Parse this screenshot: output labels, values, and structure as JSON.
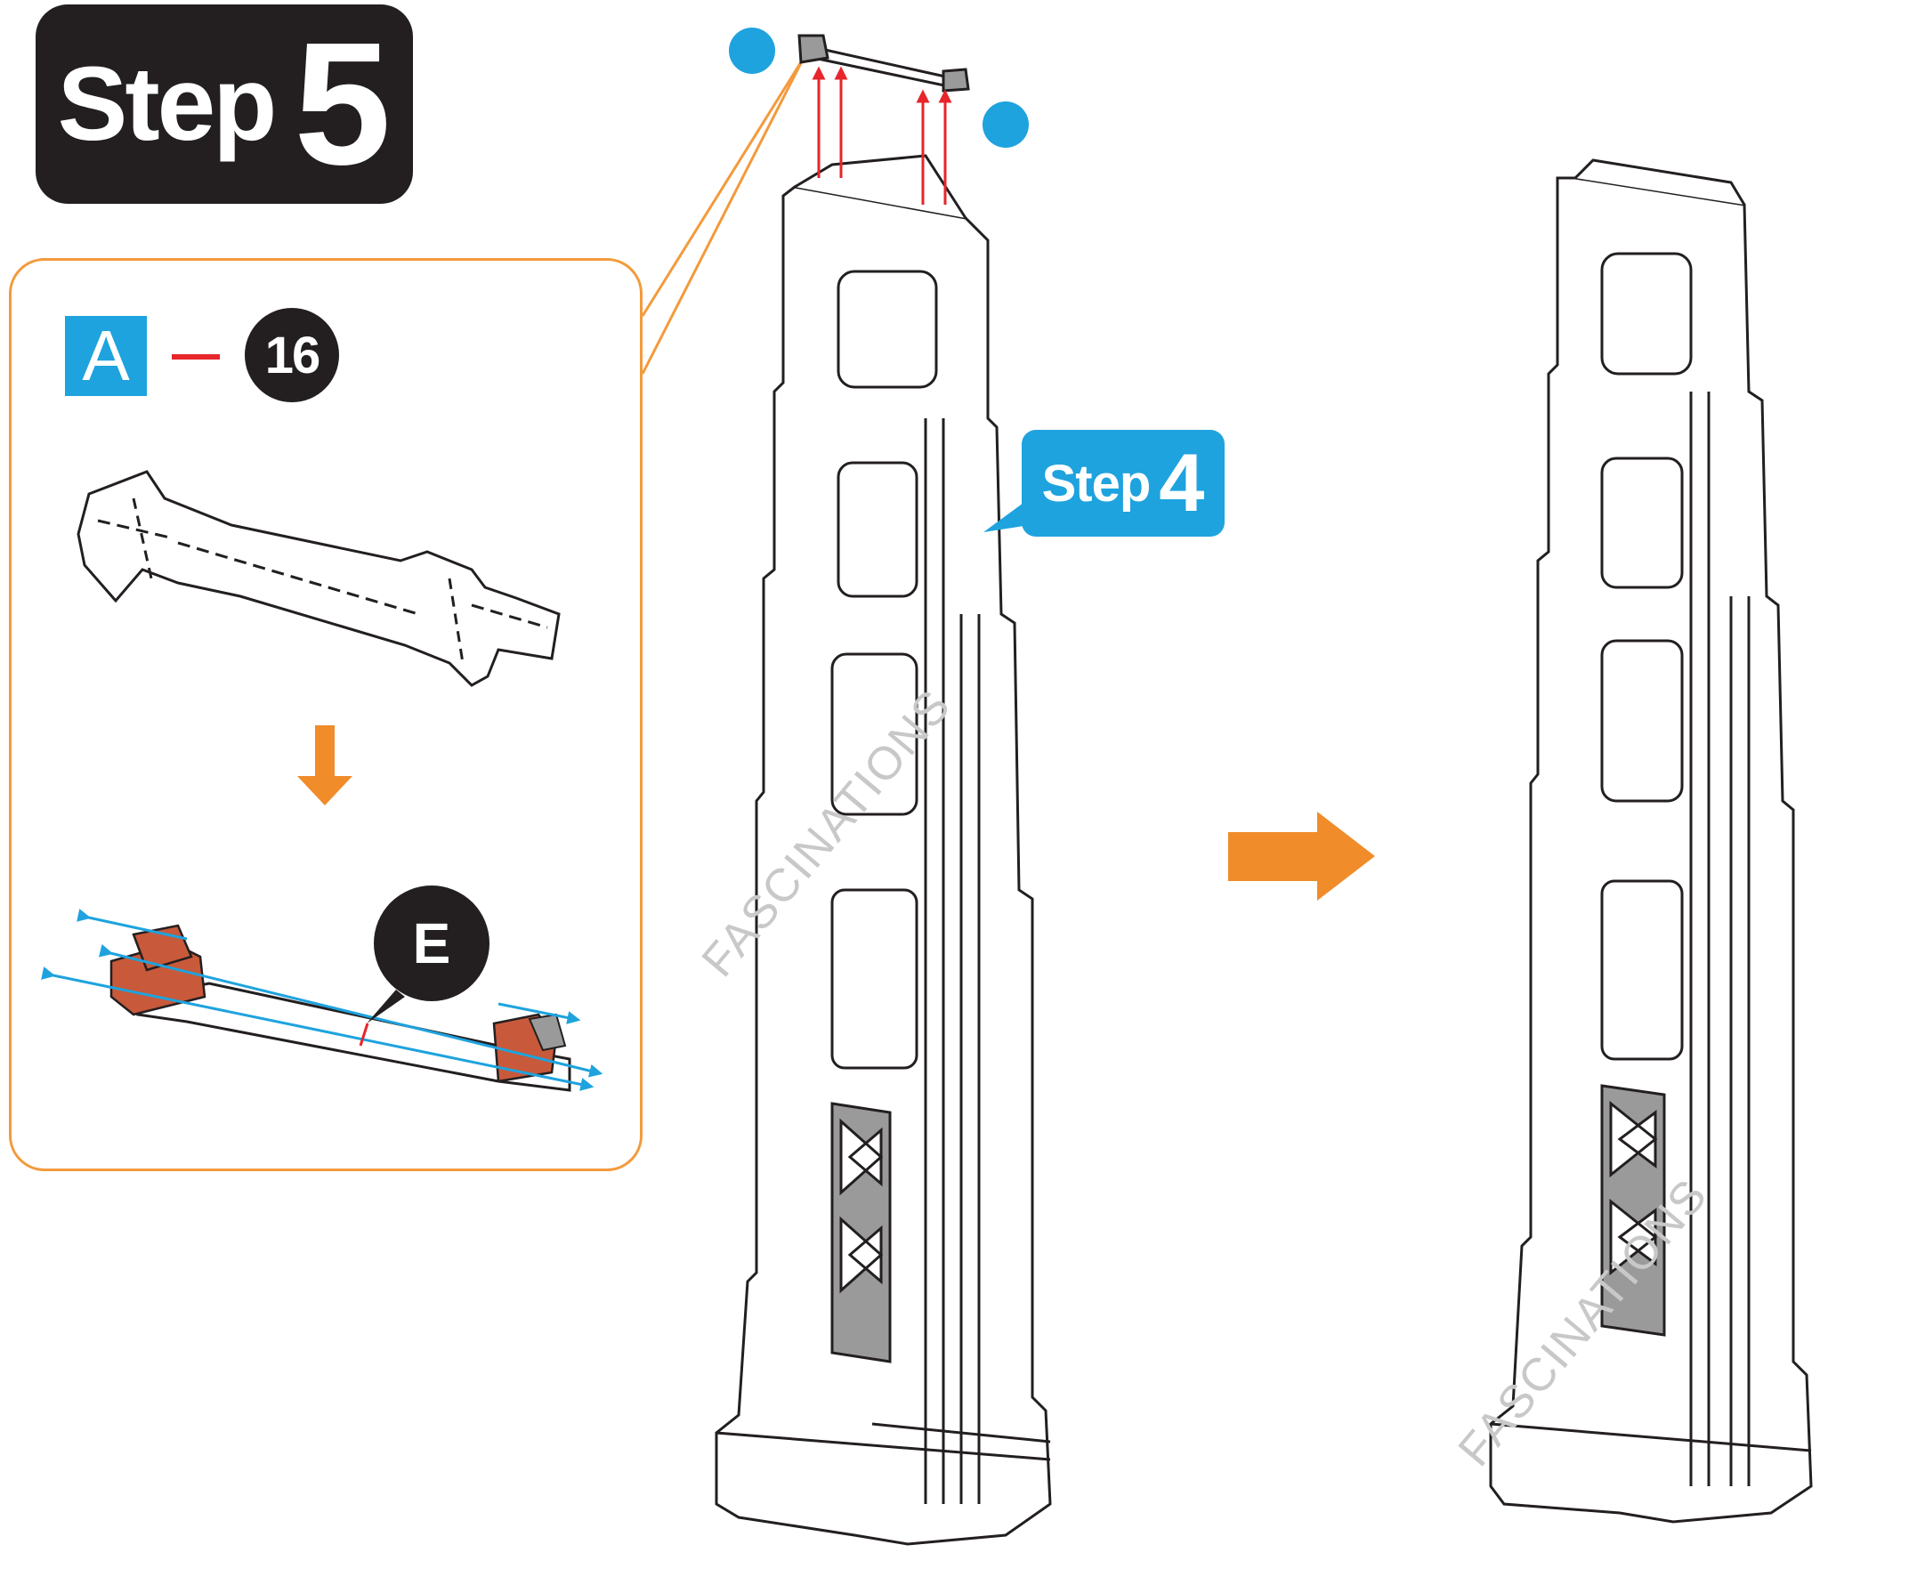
{
  "step": {
    "word": "Step",
    "number": "5"
  },
  "detail": {
    "sheet_letter": "A",
    "part_number": "16",
    "callout_label": "E"
  },
  "reference_step": {
    "word": "Step",
    "number": "4"
  },
  "watermarks": [
    "FASCINATIONS",
    "FASCINATIONS"
  ],
  "colors": {
    "badge_dark": "#231f20",
    "accent_blue": "#1ea3de",
    "accent_orange": "#f39a3c",
    "arrow_orange": "#f08c2a",
    "arrow_red": "#e6262b",
    "piece_brown": "#c8593a",
    "tower_shade": "#9a9a9a"
  }
}
